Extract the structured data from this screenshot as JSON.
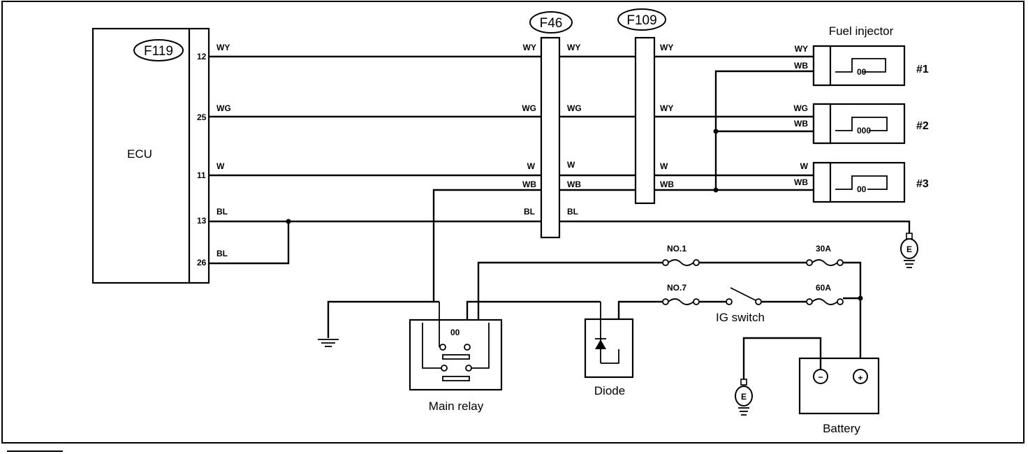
{
  "ecu": {
    "label": "ECU",
    "connector": "F119",
    "pins": [
      "12",
      "25",
      "11",
      "13",
      "26"
    ],
    "pin_wires": [
      "WY",
      "WG",
      "W",
      "BL",
      "BL"
    ]
  },
  "connectors": {
    "f46": {
      "id": "F46",
      "left_labels": [
        "WY",
        "WG",
        "W",
        "WB",
        "BL"
      ],
      "right_labels": [
        "WY",
        "WG",
        "W",
        "WB",
        "BL"
      ]
    },
    "f109": {
      "id": "F109",
      "right_labels": [
        "WY",
        "WY",
        "W",
        "WB"
      ]
    }
  },
  "injectors": {
    "title": "Fuel injector",
    "items": [
      {
        "num": "#1",
        "signal": "WY",
        "power": "WB"
      },
      {
        "num": "#2",
        "signal": "WG",
        "power": "WB"
      },
      {
        "num": "#3",
        "signal": "W",
        "power": "WB"
      }
    ]
  },
  "fuses": {
    "no1": "NO.1",
    "no7": "NO.7",
    "a30": "30A",
    "a60": "60A"
  },
  "components": {
    "main_relay": "Main relay",
    "diode": "Diode",
    "ig_switch": "IG switch",
    "battery": "Battery",
    "ground_label": "E",
    "minus": "−",
    "plus": "+"
  }
}
